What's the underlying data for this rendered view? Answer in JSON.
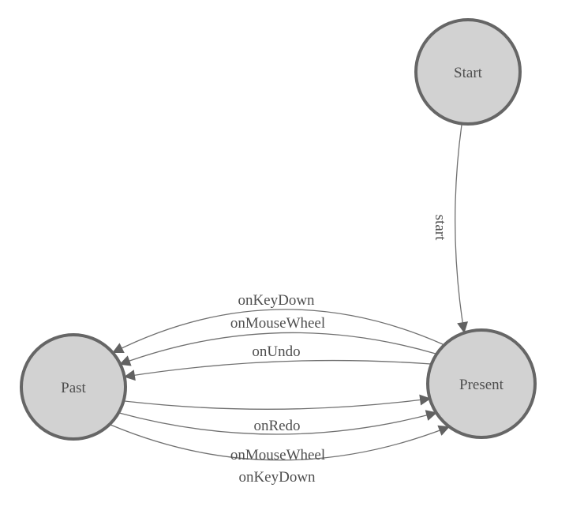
{
  "diagram": {
    "colors": {
      "background": "#ffffff",
      "node_fill": "#d2d2d2",
      "node_stroke": "#666666",
      "edge_stroke": "#707070",
      "arrow_fill": "#626262",
      "label_text": "#4f4f4f"
    },
    "nodes": [
      {
        "id": "start",
        "label": "Start"
      },
      {
        "id": "present",
        "label": "Present"
      },
      {
        "id": "past",
        "label": "Past"
      }
    ],
    "edges": [
      {
        "from": "Start",
        "to": "Present",
        "label": "start"
      },
      {
        "from": "Present",
        "to": "Past",
        "label": "onKeyDown"
      },
      {
        "from": "Present",
        "to": "Past",
        "label": "onMouseWheel"
      },
      {
        "from": "Present",
        "to": "Past",
        "label": "onUndo"
      },
      {
        "from": "Past",
        "to": "Present",
        "label": "onRedo"
      },
      {
        "from": "Past",
        "to": "Present",
        "label": "onMouseWheel"
      },
      {
        "from": "Past",
        "to": "Present",
        "label": "onKeyDown"
      }
    ]
  }
}
